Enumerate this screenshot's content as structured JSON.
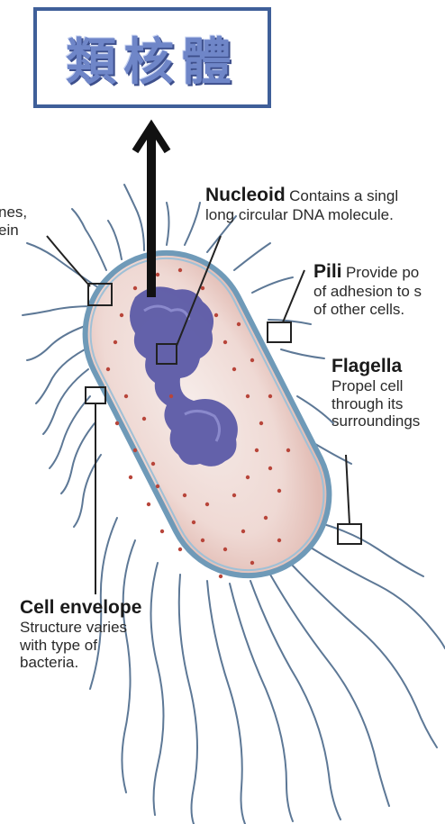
{
  "title": "類核體",
  "labels": {
    "left_cut_line1": "nes,",
    "left_cut_line2": "ein",
    "nucleoid": {
      "head": "Nucleoid",
      "desc_line1": "Contains a singl",
      "desc_line2": "long circular DNA molecule."
    },
    "pili": {
      "head": "Pili",
      "desc_line1": "Provide po",
      "desc_line2": "of adhesion to s",
      "desc_line3": "of other cells."
    },
    "flagella": {
      "head": "Flagella",
      "desc_line1": "Propel cell",
      "desc_line2": "through its",
      "desc_line3": "surroundings"
    },
    "cell_envelope": {
      "head": "Cell envelope",
      "desc_line1": "Structure varies",
      "desc_line2": "with type of",
      "desc_line3": "bacteria."
    }
  },
  "colors": {
    "title_border": "#3f5f99",
    "title_text": "#6f86c8",
    "cell_fill": "#efd9d4",
    "cell_outline": "#6f9ab8",
    "nucleoid": "#5b5aa6",
    "appendage": "#5d7896",
    "ribosome_dot": "#b8453a",
    "arrow": "#111111"
  }
}
